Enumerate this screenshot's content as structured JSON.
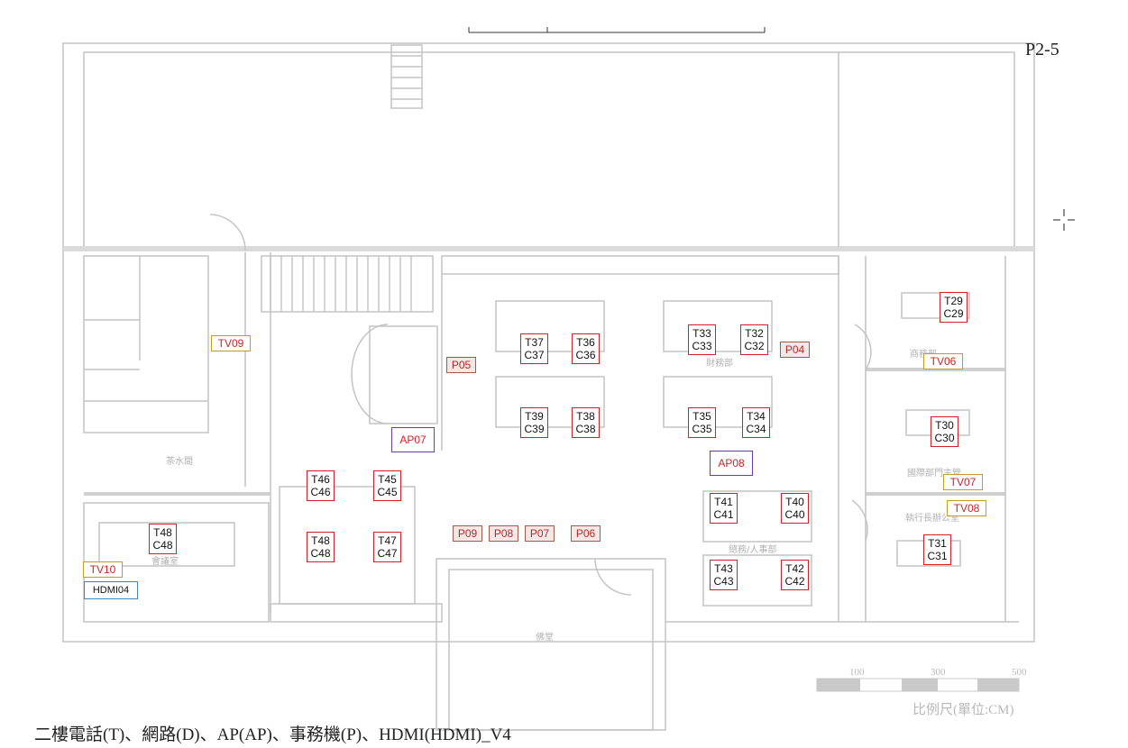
{
  "page_label": "P2-5",
  "caption": "二樓電話(T)、網路(D)、AP(AP)、事務機(P)、HDMI(HDMI)_V4",
  "scale": {
    "ticks": [
      "100",
      "300",
      "500"
    ],
    "title": "比例尺(單位:CM)"
  },
  "rooms": {
    "pantry": "茶水間",
    "meeting": "會議室",
    "finance": "財務部",
    "hr": "總務/人事部",
    "lobby": "佛堂",
    "intl": "國際部門主管",
    "exec": "執行長辦公室",
    "dept": "商務部"
  },
  "phones": [
    {
      "t": "T29",
      "c": "C29"
    },
    {
      "t": "T30",
      "c": "C30"
    },
    {
      "t": "T31",
      "c": "C31"
    },
    {
      "t": "T32",
      "c": "C32"
    },
    {
      "t": "T33",
      "c": "C33"
    },
    {
      "t": "T34",
      "c": "C34"
    },
    {
      "t": "T35",
      "c": "C35"
    },
    {
      "t": "T36",
      "c": "C36"
    },
    {
      "t": "T37",
      "c": "C37"
    },
    {
      "t": "T38",
      "c": "C38"
    },
    {
      "t": "T39",
      "c": "C39"
    },
    {
      "t": "T40",
      "c": "C40"
    },
    {
      "t": "T41",
      "c": "C41"
    },
    {
      "t": "T42",
      "c": "C42"
    },
    {
      "t": "T43",
      "c": "C43"
    },
    {
      "t": "T45",
      "c": "C45"
    },
    {
      "t": "T46",
      "c": "C46"
    },
    {
      "t": "T47",
      "c": "C47"
    },
    {
      "t": "T48",
      "c": "C48"
    },
    {
      "t": "T48",
      "c": "C48"
    }
  ],
  "printers": [
    "P04",
    "P05",
    "P06",
    "P07",
    "P08",
    "P09"
  ],
  "access_points": [
    "AP07",
    "AP08"
  ],
  "tvs": [
    "TV06",
    "TV07",
    "TV08",
    "TV09",
    "TV10"
  ],
  "hdmi": [
    "HDMI04"
  ]
}
